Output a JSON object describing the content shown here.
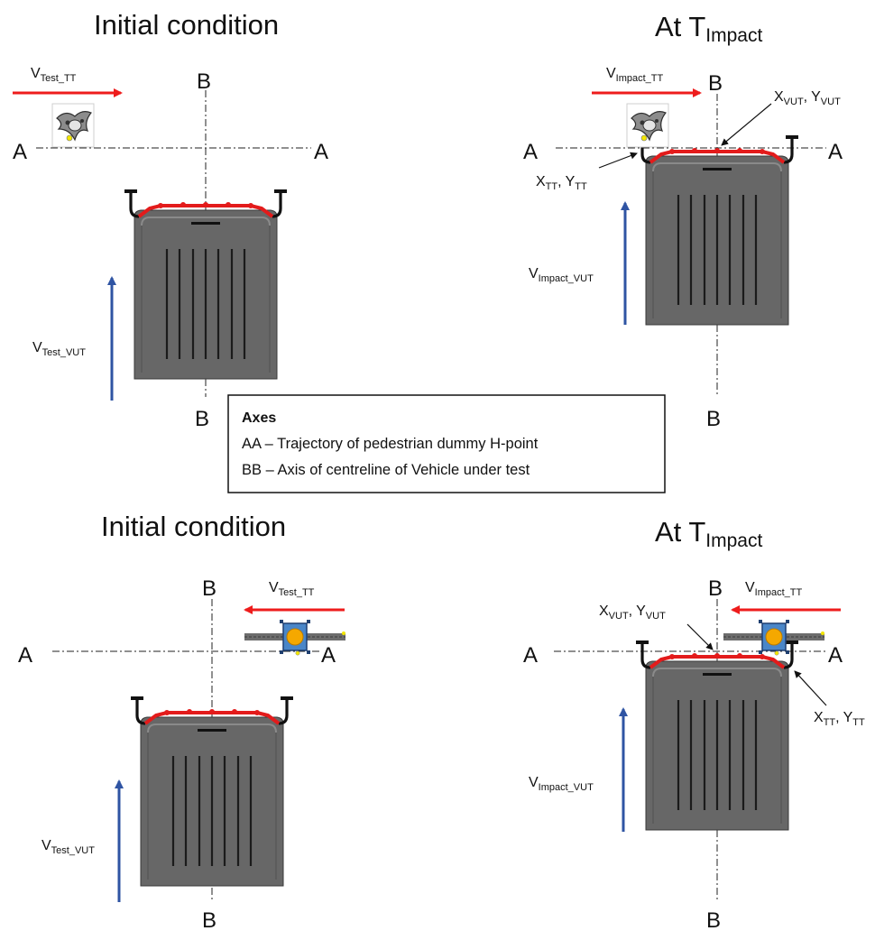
{
  "panels": [
    {
      "title_main": "Initial condition",
      "title_sub": "",
      "axis_a_left": "A",
      "axis_a_right": "A",
      "axis_b_top": "B",
      "axis_b_bottom": "B",
      "v_target": {
        "main": "V",
        "sub": "Test_TT"
      },
      "v_vehicle": {
        "main": "V",
        "sub": "Test_VUT"
      }
    },
    {
      "title_main": "At T",
      "title_sub": "Impact",
      "axis_a_left": "A",
      "axis_a_right": "A",
      "axis_b_top": "B",
      "axis_b_bottom": "B",
      "v_target": {
        "main": "V",
        "sub": "Impact_TT"
      },
      "v_vehicle": {
        "main": "V",
        "sub": "Impact_VUT"
      },
      "point_vut": {
        "x": "X",
        "x_sub": "VUT",
        "sep": ",",
        "y": "Y",
        "y_sub": "VUT"
      },
      "point_tt": {
        "x": "X",
        "x_sub": "TT",
        "sep": ",",
        "y": "Y",
        "y_sub": "TT"
      }
    },
    {
      "title_main": "Initial condition",
      "title_sub": "",
      "axis_a_left": "A",
      "axis_a_right": "A",
      "axis_b_top": "B",
      "axis_b_bottom": "B",
      "v_target": {
        "main": "V",
        "sub": "Test_TT"
      },
      "v_vehicle": {
        "main": "V",
        "sub": "Test_VUT"
      }
    },
    {
      "title_main": "At T",
      "title_sub": "Impact",
      "axis_a_left": "A",
      "axis_a_right": "A",
      "axis_b_top": "B",
      "axis_b_bottom": "B",
      "v_target": {
        "main": "V",
        "sub": "Impact_TT"
      },
      "v_vehicle": {
        "main": "V",
        "sub": "Impact_VUT"
      },
      "point_vut": {
        "x": "X",
        "x_sub": "VUT",
        "sep": ",",
        "y": "Y",
        "y_sub": "VUT"
      },
      "point_tt": {
        "x": "X",
        "x_sub": "TT",
        "sep": ",",
        "y": "Y",
        "y_sub": "TT"
      }
    }
  ],
  "legend": {
    "title": "Axes",
    "line1": "AA – Trajectory of pedestrian dummy H-point",
    "line2": "BB – Axis of centreline of Vehicle under test"
  },
  "colors": {
    "target_arrow": "#ee1c1c",
    "vehicle_arrow": "#2f54a3",
    "vehicle_body": "#676767",
    "bumper_edge": "#e31b1b",
    "target_box": "#4a86c8",
    "target_ball": "#f5a800"
  }
}
